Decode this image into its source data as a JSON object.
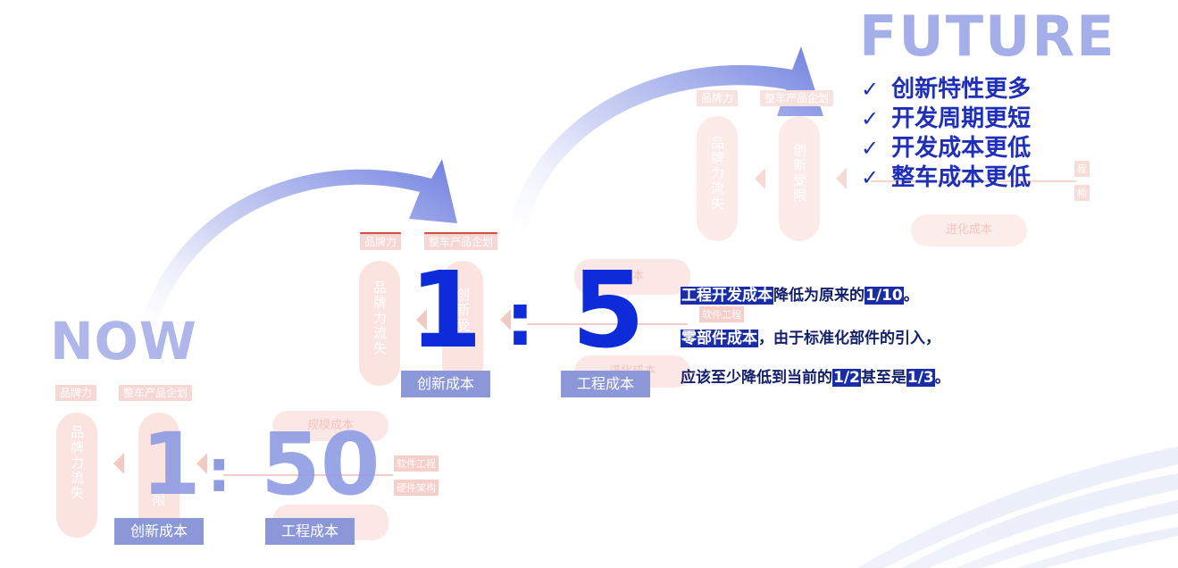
{
  "now": {
    "title": "NOW",
    "tag_brand": "品牌力",
    "tag_plan": "整车产品企划",
    "pill_brand_loss": "品牌力流失",
    "pill_innov": "限",
    "ratio_left": "1",
    "ratio_colon": ":",
    "ratio_right": "50",
    "label_innov_cost": "创新成本",
    "label_eng_cost": "工程成本",
    "pill_top": "规模成本",
    "tag_software": "软件工程",
    "tag_hardware": "硬件架构"
  },
  "mid": {
    "tag_brand": "品牌力",
    "tag_plan": "整车产品企划",
    "pill_brand_loss": "品牌力流失",
    "pill_innov": "创新受限",
    "ratio_left": "1",
    "ratio_colon": ":",
    "ratio_right": "5",
    "label_innov_cost": "创新成本",
    "label_eng_cost": "工程成本",
    "pill_top": "成本",
    "pill_bottom": "进化成本",
    "tag_software": "软件工程"
  },
  "future_bg": {
    "tag_brand": "品牌力",
    "tag_plan": "整车产品企划",
    "pill_brand_loss": "品牌力流失",
    "pill_innov": "创新受限",
    "pill_bottom": "进化成本",
    "tag_1": "程",
    "tag_2": "构"
  },
  "future": {
    "title": "FUTURE",
    "items": [
      "创新特性更多",
      "开发周期更短",
      "开发成本更低",
      "整车成本更低"
    ],
    "check": "✓"
  },
  "description": {
    "line1_hl1": "工程开发成本",
    "line1_text": "降低为原来的",
    "line1_hl2": "1/10",
    "line1_end": "。",
    "line2_hl": "零部件成本",
    "line2_text": "，由于标准化部件的引入，",
    "line3_text": "应该至少降低到当前的",
    "line3_hl1": "1/2",
    "line3_mid": "甚至是",
    "line3_hl2": "1/3",
    "line3_end": "。"
  },
  "colors": {
    "deep_blue": "#1a2da8",
    "ratio_blue": "#0d2bd8",
    "soft_blue": "#8e9ce3",
    "pink": "#f6d7d4"
  }
}
